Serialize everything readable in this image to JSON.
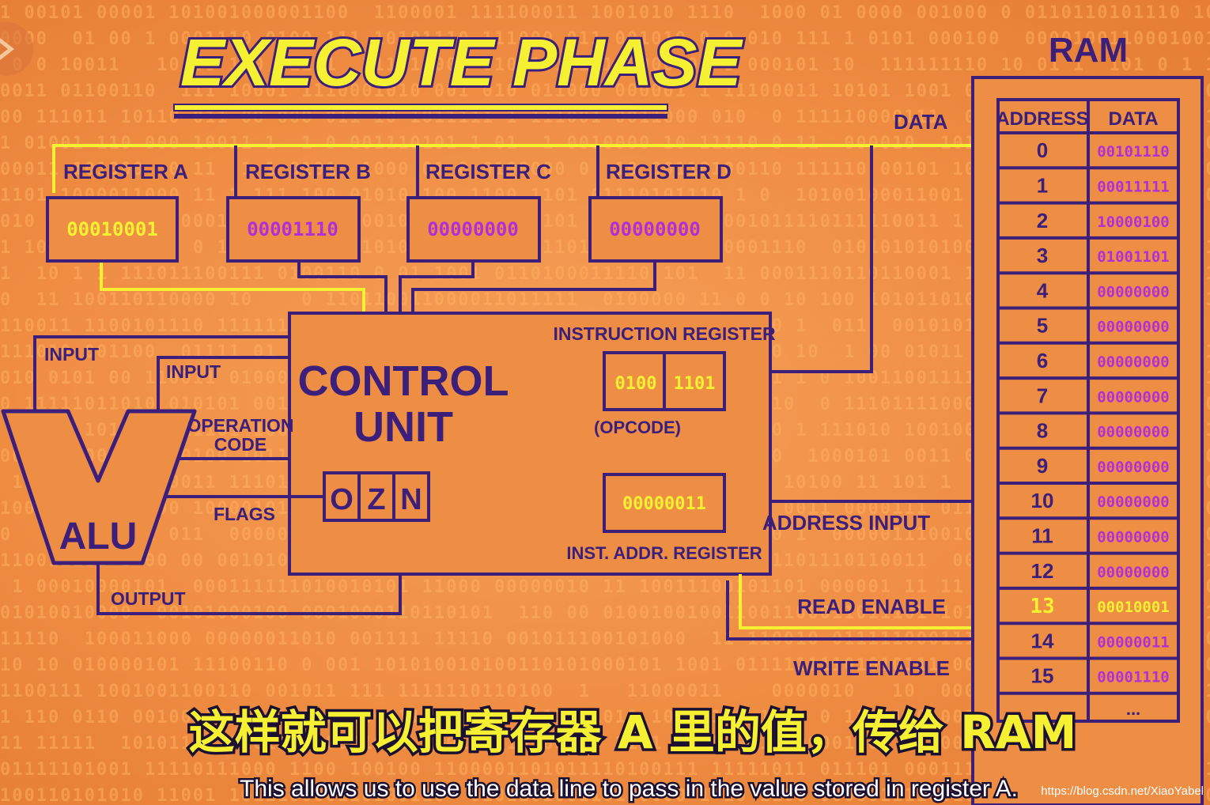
{
  "title": "EXECUTE PHASE",
  "registers": [
    {
      "name": "REGISTER A",
      "value": "00010001",
      "highlight": true
    },
    {
      "name": "REGISTER B",
      "value": "00001110",
      "highlight": false
    },
    {
      "name": "REGISTER C",
      "value": "00000000",
      "highlight": false
    },
    {
      "name": "REGISTER D",
      "value": "00000000",
      "highlight": false
    }
  ],
  "control_unit": {
    "label_line1": "CONTROL",
    "label_line2": "UNIT",
    "instruction_register_label": "INSTRUCTION REGISTER",
    "opcode": "0100",
    "operand": "1101",
    "opcode_label": "(OPCODE)",
    "inst_addr_value": "00000011",
    "inst_addr_label": "INST. ADDR. REGISTER",
    "flags": [
      "O",
      "Z",
      "N"
    ]
  },
  "alu": {
    "label": "ALU",
    "input_a": "INPUT",
    "input_b": "INPUT",
    "operation_code_line1": "OPERATION",
    "operation_code_line2": "CODE",
    "flags": "FLAGS",
    "output": "OUTPUT"
  },
  "bus_labels": {
    "data": "DATA",
    "address_input": "ADDRESS INPUT",
    "read_enable": "READ ENABLE",
    "write_enable": "WRITE ENABLE"
  },
  "ram": {
    "title": "RAM",
    "col_address": "ADDRESS",
    "col_data": "DATA",
    "rows": [
      {
        "address": "0",
        "data": "00101110",
        "highlight": false
      },
      {
        "address": "1",
        "data": "00011111",
        "highlight": false
      },
      {
        "address": "2",
        "data": "10000100",
        "highlight": false
      },
      {
        "address": "3",
        "data": "01001101",
        "highlight": false
      },
      {
        "address": "4",
        "data": "00000000",
        "highlight": false
      },
      {
        "address": "5",
        "data": "00000000",
        "highlight": false
      },
      {
        "address": "6",
        "data": "00000000",
        "highlight": false
      },
      {
        "address": "7",
        "data": "00000000",
        "highlight": false
      },
      {
        "address": "8",
        "data": "00000000",
        "highlight": false
      },
      {
        "address": "9",
        "data": "00000000",
        "highlight": false
      },
      {
        "address": "10",
        "data": "00000000",
        "highlight": false
      },
      {
        "address": "11",
        "data": "00000000",
        "highlight": false
      },
      {
        "address": "12",
        "data": "00000000",
        "highlight": false
      },
      {
        "address": "13",
        "data": "00010001",
        "highlight": true
      },
      {
        "address": "14",
        "data": "00000011",
        "highlight": false
      },
      {
        "address": "15",
        "data": "00001110",
        "highlight": false
      }
    ],
    "ellipsis": "..."
  },
  "subtitles": {
    "chinese": "这样就可以把寄存器 A 里的值，传给 RAM",
    "english": "This allows us to use the data line to pass in the value stored in register A."
  },
  "watermark": "https://blog.csdn.net/XiaoYabel",
  "colors": {
    "background": "#ef8d43",
    "line": "#3b1f7a",
    "highlight": "#f6f033",
    "value_text": "#b02fd6"
  }
}
